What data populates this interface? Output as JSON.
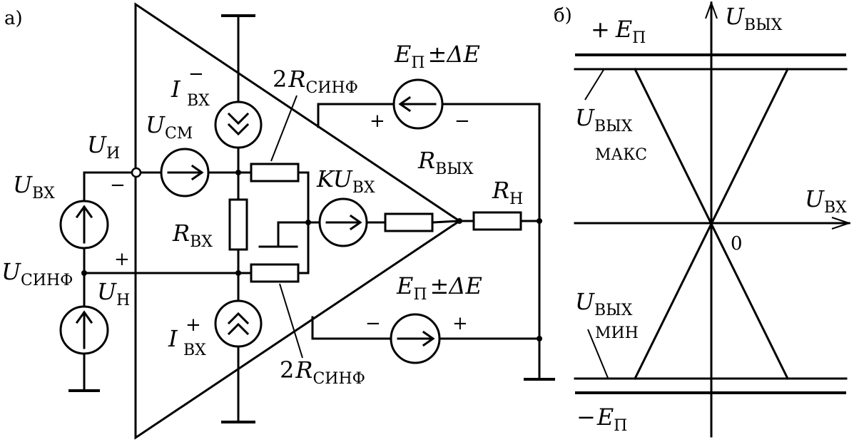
{
  "panel_a": {
    "label": "а)",
    "sources": {
      "ep_top": {
        "e": "E",
        "e_sub": "П",
        "tail": "±ΔE",
        "plus": "+",
        "minus": "−"
      },
      "ep_bottom": {
        "e": "E",
        "e_sub": "П",
        "tail": "±ΔE",
        "plus": "+",
        "minus": "−"
      },
      "i_minus": {
        "main": "I",
        "sup": "−",
        "sub": "ВХ"
      },
      "i_plus": {
        "main": "I",
        "sup": "+",
        "sub": "ВХ"
      },
      "u_cm": {
        "main": "U",
        "sub": "СМ"
      },
      "k_u": {
        "main": "KU",
        "sub": "ВХ"
      },
      "u_in": {
        "main": "U",
        "sub": "ВХ"
      },
      "u_cmr": {
        "main": "U",
        "sub": "СИНФ"
      }
    },
    "resistors": {
      "r_cm_top": {
        "prefix": "2",
        "main": "R",
        "sub": "СИНФ"
      },
      "r_cm_bottom": {
        "prefix": "2",
        "main": "R",
        "sub": "СИНФ"
      },
      "r_in": {
        "main": "R",
        "sub": "ВХ"
      },
      "r_out": {
        "main": "R",
        "sub": "ВЫХ"
      },
      "r_load": {
        "main": "R",
        "sub": "Н"
      }
    },
    "nodes": {
      "u_i": {
        "main": "U",
        "sub": "И"
      },
      "u_n": {
        "main": "U",
        "sub": "Н"
      },
      "minus_sign": "−",
      "plus_sign": "+"
    }
  },
  "panel_b": {
    "label": "б)",
    "axis_y": {
      "main": "U",
      "sub": "ВЫХ"
    },
    "axis_x": {
      "main": "U",
      "sub": "ВХ"
    },
    "origin": "0",
    "plus_ep": {
      "sign": "+",
      "main": "E",
      "sub": "П"
    },
    "minus_ep": {
      "sign": "−",
      "main": "E",
      "sub": "П"
    },
    "u_max": {
      "main": "U",
      "sub": "ВЫХ",
      "sub2": "МАКС"
    },
    "u_min": {
      "main": "U",
      "sub": "ВЫХ",
      "sub2": "МИН"
    }
  }
}
